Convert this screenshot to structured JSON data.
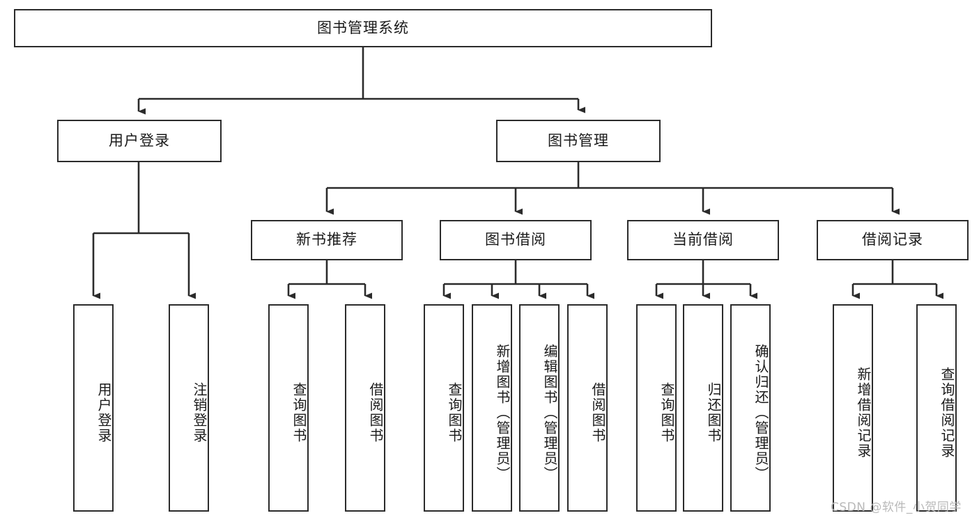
{
  "diagram": {
    "title": "图书管理系统",
    "type": "tree-hierarchy",
    "root": {
      "label": "图书管理系统"
    },
    "level2": [
      {
        "label": "用户登录"
      },
      {
        "label": "图书管理"
      }
    ],
    "level3": [
      {
        "label": "新书推荐",
        "parent": "图书管理"
      },
      {
        "label": "图书借阅",
        "parent": "图书管理"
      },
      {
        "label": "当前借阅",
        "parent": "图书管理"
      },
      {
        "label": "借阅记录",
        "parent": "图书管理"
      }
    ],
    "leaves": {
      "user_login": [
        {
          "label": "用户登录"
        },
        {
          "label": "注销登录"
        }
      ],
      "new_book_recommend": [
        {
          "label": "查询图书"
        },
        {
          "label": "借阅图书"
        }
      ],
      "book_borrow": [
        {
          "label": "查询图书"
        },
        {
          "label": "新增图书（管理员）"
        },
        {
          "label": "编辑图书（管理员）"
        },
        {
          "label": "借阅图书"
        }
      ],
      "current_borrow": [
        {
          "label": "查询图书"
        },
        {
          "label": "归还图书"
        },
        {
          "label": "确认归还（管理员）"
        }
      ],
      "borrow_record": [
        {
          "label": "新增借阅记录"
        },
        {
          "label": "查询借阅记录"
        }
      ]
    }
  },
  "watermark": {
    "text": "CSDN @软件_小贺同学"
  },
  "colors": {
    "stroke": "#2b2b2b",
    "background": "#ffffff",
    "text": "#1a1a1a",
    "watermark": "#b9b9b9"
  }
}
